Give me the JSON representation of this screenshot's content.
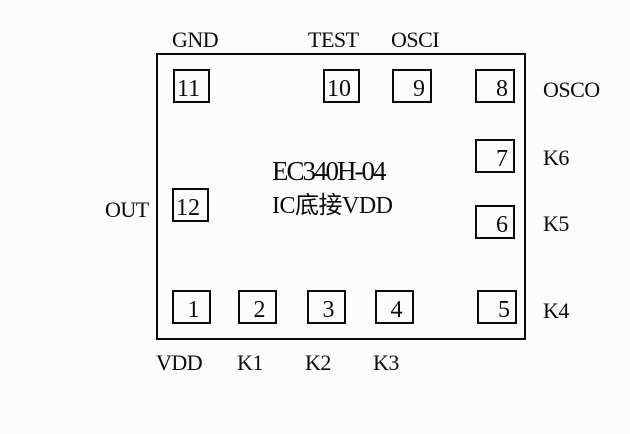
{
  "chip": {
    "title": "EC340H-04",
    "subtitle": "IC底接VDD"
  },
  "pins": [
    {
      "number": "1",
      "signal": "VDD"
    },
    {
      "number": "2",
      "signal": "K1"
    },
    {
      "number": "3",
      "signal": "K2"
    },
    {
      "number": "4",
      "signal": "K3"
    },
    {
      "number": "5",
      "signal": "K4"
    },
    {
      "number": "6",
      "signal": "K5"
    },
    {
      "number": "7",
      "signal": "K6"
    },
    {
      "number": "8",
      "signal": "OSCO"
    },
    {
      "number": "9",
      "signal": "OSCI"
    },
    {
      "number": "10",
      "signal": "TEST"
    },
    {
      "number": "11",
      "signal": "GND"
    },
    {
      "number": "12",
      "signal": "OUT"
    }
  ],
  "colors": {
    "line": "#0a0a0a",
    "background": "#fcfcfc"
  }
}
